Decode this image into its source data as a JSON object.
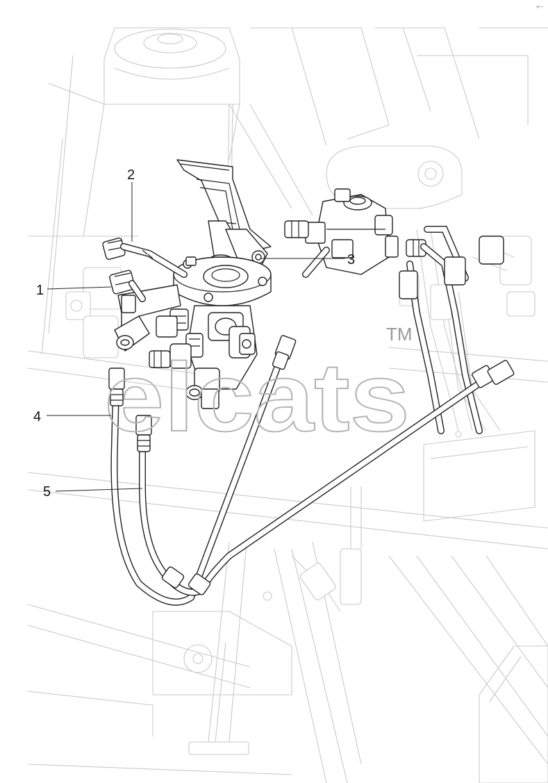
{
  "callouts": [
    {
      "id": "1",
      "label": "1"
    },
    {
      "id": "2",
      "label": "2"
    },
    {
      "id": "3",
      "label": "3"
    },
    {
      "id": "4",
      "label": "4"
    },
    {
      "id": "5",
      "label": "5"
    }
  ],
  "watermark": {
    "text": "elcats",
    "trademark": "TM"
  },
  "corner_mark": "«–"
}
